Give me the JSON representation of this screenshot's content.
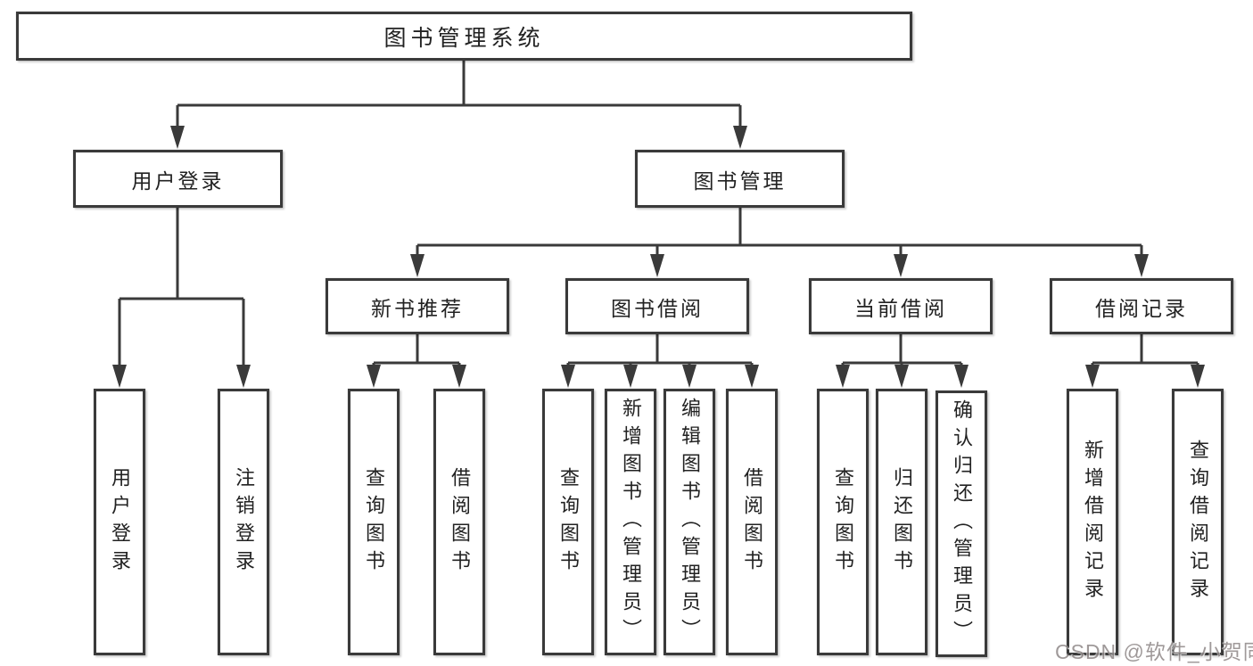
{
  "diagram_title": "图书管理系统",
  "tree": {
    "root": {
      "label": "图书管理系统",
      "children": [
        {
          "label": "用户登录",
          "children": [
            {
              "label": "用户登录"
            },
            {
              "label": "注销登录"
            }
          ]
        },
        {
          "label": "图书管理",
          "children": [
            {
              "label": "新书推荐",
              "children": [
                {
                  "label": "查询图书"
                },
                {
                  "label": "借阅图书"
                }
              ]
            },
            {
              "label": "图书借阅",
              "children": [
                {
                  "label": "查询图书"
                },
                {
                  "label": "新增图书（管理员）"
                },
                {
                  "label": "编辑图书（管理员）"
                },
                {
                  "label": "借阅图书"
                }
              ]
            },
            {
              "label": "当前借阅",
              "children": [
                {
                  "label": "查询图书"
                },
                {
                  "label": "归还图书"
                },
                {
                  "label": "确认归还（管理员）"
                }
              ]
            },
            {
              "label": "借阅记录",
              "children": [
                {
                  "label": "新增借阅记录"
                },
                {
                  "label": "查询借阅记录"
                }
              ]
            }
          ]
        }
      ]
    }
  },
  "watermark": {
    "text": "CSDN @软件_小贺同学"
  },
  "colors": {
    "background": "#ffffff",
    "line": "#3a3a3a",
    "box_border": "#3a3a3a",
    "text": "#222222",
    "watermark": "#8f8888"
  }
}
